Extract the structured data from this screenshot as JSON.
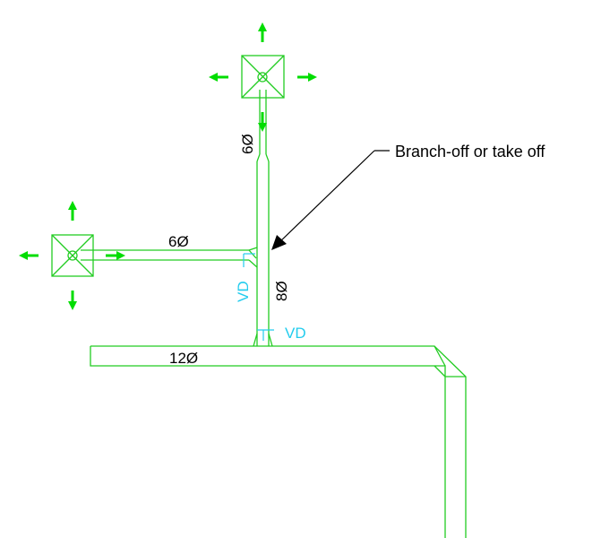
{
  "labels": {
    "branch_diameter_top": "6Ø",
    "branch_diameter_left": "6Ø",
    "trunk_diameter_vertical": "8Ø",
    "main_diameter": "12Ø",
    "damper_vertical": "VD",
    "damper_horizontal": "VD",
    "callout": "Branch-off or take off"
  },
  "colors": {
    "duct": "#22cc22",
    "airflow_arrow": "#00dd00",
    "damper": "#22ccee",
    "text": "#000000"
  },
  "icons": {
    "diffuser": "square-ceiling-diffuser-icon",
    "airflow": "four-way-airflow-arrows-icon"
  }
}
